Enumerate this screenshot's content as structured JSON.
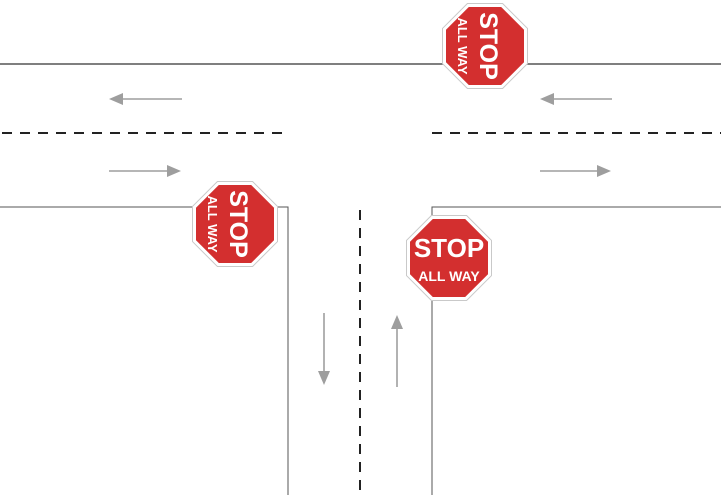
{
  "diagram": {
    "background": "#ffffff",
    "road_edge_color": "#333333",
    "center_dash_color": "#222222",
    "arrow_color": "#9e9e9e",
    "sign_red": "#d32f2f",
    "sign_border": "#ffffff"
  },
  "signs": {
    "top": {
      "line1": "STOP",
      "line2": "ALL WAY",
      "orientation": "rotated-90-clockwise"
    },
    "left": {
      "line1": "STOP",
      "line2": "ALL WAY",
      "orientation": "rotated-90-clockwise"
    },
    "right": {
      "line1": "STOP",
      "line2": "ALL WAY",
      "orientation": "upright"
    }
  },
  "arrows": {
    "west_lane": "left-arrow",
    "east_lane_left": "right-arrow",
    "west_lane_right": "left-arrow",
    "east_lane_right": "right-arrow",
    "south_lane": "down-arrow",
    "north_lane": "up-arrow"
  }
}
